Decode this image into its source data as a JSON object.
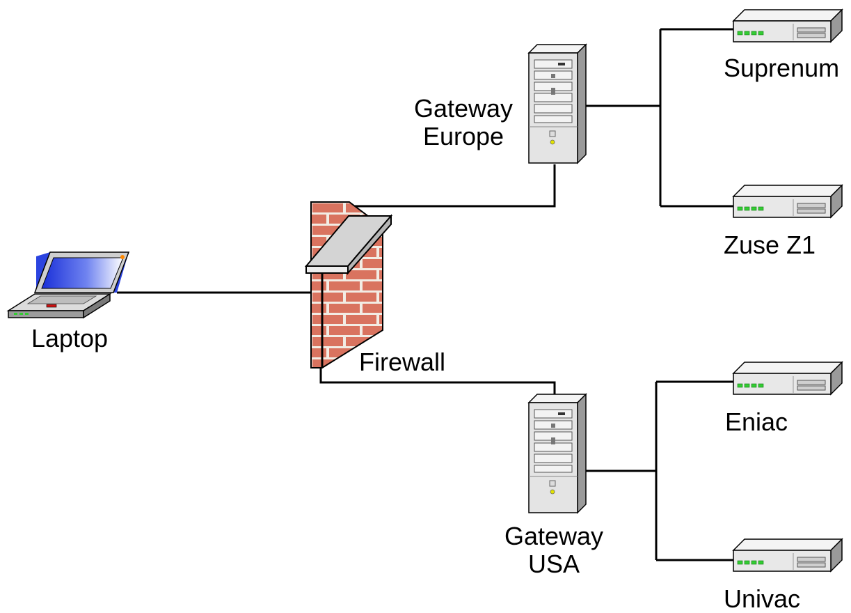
{
  "labels": {
    "laptop": "Laptop",
    "firewall": "Firewall",
    "gateway_europe": [
      "Gateway",
      "Europe"
    ],
    "gateway_usa": [
      "Gateway",
      "USA"
    ],
    "suprenum": "Suprenum",
    "zuse": "Zuse Z1",
    "eniac": "Eniac",
    "univac": "Univac"
  },
  "colors": {
    "line": "#000000",
    "brick": "#d9735f",
    "mortar": "#f2ece4",
    "wall_cap": "#d4d4d4",
    "server_body": "#e6e6e6",
    "screen": "#2233dd",
    "led": "#33cc33"
  },
  "icons": {
    "laptop": "laptop-icon",
    "firewall": "brick-wall-icon",
    "gateway": "tower-server-icon",
    "host": "desktop-server-icon"
  }
}
